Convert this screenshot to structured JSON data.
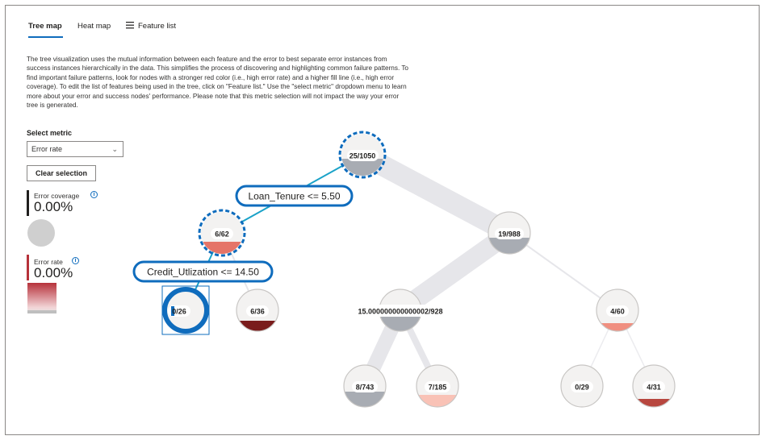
{
  "tabs": {
    "tree_map": "Tree map",
    "heat_map": "Heat map",
    "feature_list": "Feature list",
    "feature_list_icon": "list-icon"
  },
  "description": "The tree visualization uses the mutual information between each feature and the error to best separate error instances from success instances hierarchically in the data. This simplifies the process of discovering and highlighting common failure patterns. To find important failure patterns, look for nodes with a stronger red color (i.e., high error rate) and a higher fill line (i.e., high error coverage). To edit the list of features being used in the tree, click on \"Feature list.\" Use the \"select metric\" dropdown menu to learn more about your error and success nodes' performance. Please note that this metric selection will not impact the way your error tree is generated.",
  "metric": {
    "label": "Select metric",
    "selected": "Error rate",
    "clear_button": "Clear selection"
  },
  "legend": {
    "coverage_title": "Error coverage",
    "coverage_value": "0.00%",
    "rate_title": "Error rate",
    "rate_value": "0.00%",
    "info_icon": "info-icon"
  },
  "colors": {
    "accent": "#0f6cbd",
    "node_gray": "#a8acb3",
    "edge_gray": "#e6e6ea"
  },
  "tree": {
    "root": "25/1050",
    "root_left_condition": "Loan_Tenure <= 5.50",
    "left": "6/62",
    "left_left_condition": "Credit_Utlization <= 14.50",
    "left_left": "0/26",
    "left_right": "6/36",
    "right": "19/988",
    "right_left": "15.000000000000002/928",
    "right_right": "4/60",
    "right_left_left": "8/743",
    "right_left_right": "7/185",
    "right_right_left": "0/29",
    "right_right_right": "4/31"
  }
}
